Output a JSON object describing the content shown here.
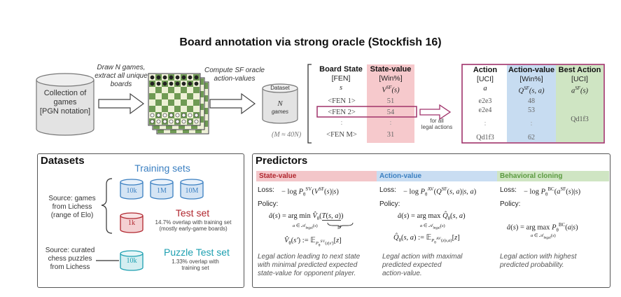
{
  "title": "Board annotation via strong oracle (Stockfish 16)",
  "top": {
    "collection_label": [
      "Collection of",
      "games",
      "[PGN notation]"
    ],
    "draw_note": [
      "Draw N games,",
      "extract all unique",
      "boards"
    ],
    "compute_note": [
      "Compute SF oracle",
      "action-values"
    ],
    "dataset_label": "Dataset",
    "dataset_n": "N",
    "dataset_games": "games",
    "m_approx": "(M ≈ 40N)",
    "for_all": [
      "for all",
      "legal actions"
    ]
  },
  "state_table": {
    "col1_header": "Board State",
    "col1_sub": "[FEN]",
    "col1_var": "s",
    "col2_header": "State-value",
    "col2_sub": "[Win%]",
    "col2_var": "V^SF(s)",
    "rows": [
      {
        "fen": "<FEN 1>",
        "value": "51"
      },
      {
        "fen": "<FEN 2>",
        "value": "54"
      },
      {
        "fen": ":",
        "value": ":"
      },
      {
        "fen": "<FEN M>",
        "value": "31"
      }
    ]
  },
  "action_table": {
    "col1_header": "Action",
    "col1_sub": "[UCI]",
    "col1_var": "a",
    "col2_header": "Action-value",
    "col2_sub": "[Win%]",
    "col2_var": "Q^SF(s, a)",
    "col3_header": "Best Action",
    "col3_sub": "[UCI]",
    "col3_var": "a^SF(s)",
    "rows": [
      {
        "action": "e2e3",
        "value": "48"
      },
      {
        "action": "e2e4",
        "value": "53"
      },
      {
        "action": ":",
        "value": ":"
      },
      {
        "action": "Qd1f3",
        "value": "62"
      }
    ],
    "best": "Qd1f3"
  },
  "datasets": {
    "title": "Datasets",
    "training_title": "Training sets",
    "training_sizes": [
      "10k",
      "1M",
      "10M"
    ],
    "source_games": [
      "Source: games",
      "from Lichess",
      "(range of Elo)"
    ],
    "test_title": "Test set",
    "test_size": "1k",
    "test_note": [
      "14.7% overlap with training set",
      "(mostly early-game boards)"
    ],
    "puzzle_source": [
      "Source: curated",
      "chess puzzles",
      "from Lichess"
    ],
    "puzzle_title": "Puzzle Test set",
    "puzzle_size": "10k",
    "puzzle_note": [
      "1.33% overlap with",
      "training set"
    ],
    "colors": {
      "training": "#3a7fc1",
      "test": "#b0262e",
      "puzzle": "#1c9fb0"
    }
  },
  "predictors": {
    "title": "Predictors",
    "state_value": {
      "header": "State-value",
      "loss_label": "Loss:",
      "loss": "− log P_θ^SV(V^SF(s)|s)",
      "policy_label": "Policy:",
      "policy": "â(s) = arg min V̂_θ(T(s, a))",
      "policy_under": "a ∈ A_legal(s)",
      "brace_under": "s′",
      "value_def": "V̂_θ(s′) := E_{P_θ^SV(z|s′)}[z]",
      "desc": [
        "Legal action leading to next state",
        "with minimal predicted expected",
        "state-value for opponent player."
      ],
      "color": "#f3c6c9"
    },
    "action_value": {
      "header": "Action-value",
      "loss_label": "Loss:",
      "loss": "− log P_θ^AV(Q^SF(s, a)|s, a)",
      "policy_label": "Policy:",
      "policy": "â(s) = arg max Q̂_θ(s, a)",
      "policy_under": "a ∈ A_legal(s)",
      "value_def": "Q̂_θ(s, a) := E_{P_θ^AV(z|s,a)}[z]",
      "desc": [
        "Legal action with maximal",
        "predicted expected",
        "action-value."
      ],
      "color": "#c9ddf2"
    },
    "behavioral_cloning": {
      "header": "Behavioral cloning",
      "loss_label": "Loss:",
      "loss": "− log P_θ^BC(a^SF(s)|s)",
      "policy_label": "Policy:",
      "policy": "â(s) = arg max P_θ^BC(a|s)",
      "policy_under": "a ∈ A_legal(s)",
      "desc": [
        "Legal action with highest",
        "predicted probability."
      ],
      "color": "#cfe5c3"
    }
  }
}
